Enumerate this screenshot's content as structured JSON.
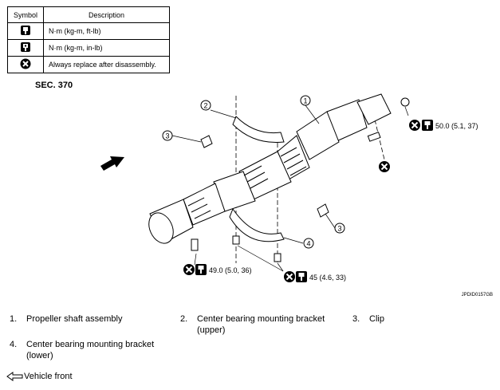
{
  "symbol_table": {
    "header_symbol": "Symbol",
    "header_description": "Description",
    "rows": [
      {
        "icon": "torque-wrench-icon",
        "description": "N·m (kg-m, ft-lb)"
      },
      {
        "icon": "torque-wrench-in-lb-icon",
        "description": "N·m (kg-m, in-lb)"
      },
      {
        "icon": "replace-x-icon",
        "description": "Always replace after disassembly."
      }
    ]
  },
  "section": "SEC. 370",
  "callouts": {
    "c1": "1",
    "c2": "2",
    "c3a": "3",
    "c3b": "3",
    "c4": "4"
  },
  "torque": {
    "t1": "50.0 (5.1, 37)",
    "t2": "49.0 (5.0, 36)",
    "t3": "45 (4.6, 33)"
  },
  "figure_code": "JPDID0157GB",
  "legend": [
    {
      "num": "1.",
      "text": "Propeller shaft assembly"
    },
    {
      "num": "2.",
      "text": "Center bearing mounting bracket (upper)"
    },
    {
      "num": "3.",
      "text": "Clip"
    },
    {
      "num": "4.",
      "text": "Center bearing mounting bracket (lower)"
    }
  ],
  "vehicle_front": "Vehicle front"
}
